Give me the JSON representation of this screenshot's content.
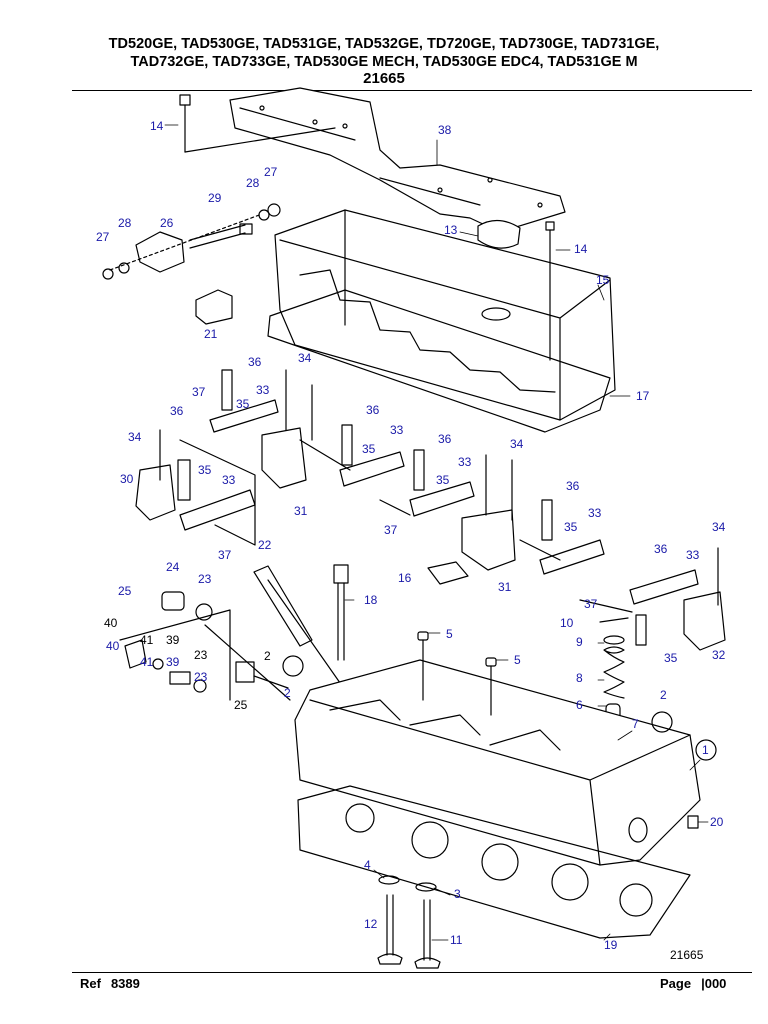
{
  "header": {
    "models_line1": "TD520GE, TAD530GE, TAD531GE, TAD532GE, TD720GE, TAD730GE, TAD731GE,",
    "models_line2": "TAD732GE, TAD733GE, TAD530GE MECH, TAD530GE EDC4, TAD531GE M",
    "diagram_number": "21665"
  },
  "diagram": {
    "id_label": "21665",
    "callouts": {
      "c14a": "14",
      "c38": "38",
      "c28a": "28",
      "c27a": "27",
      "c29": "29",
      "c26": "26",
      "c28b": "28",
      "c27b": "27",
      "c13": "13",
      "c14b": "14",
      "c15": "15",
      "c21": "21",
      "c36a": "36",
      "c34a": "34",
      "c37a": "37",
      "c33a": "33",
      "c35a": "35",
      "c17": "17",
      "c36b": "36",
      "c34b": "34",
      "c33b": "33",
      "c35b": "35",
      "c36c": "36",
      "c36d": "36",
      "c30": "30",
      "c35c": "35",
      "c33c": "33",
      "c31a": "31",
      "c37b": "37",
      "c33d": "33",
      "c35d": "35",
      "c37c": "37",
      "c34c": "34",
      "c36e": "36",
      "c33e": "33",
      "c35e": "35",
      "c31b": "31",
      "c34d": "34",
      "c22": "22",
      "c24": "24",
      "c25a": "25",
      "c23a": "23",
      "c18": "18",
      "c16": "16",
      "c36f": "36",
      "c33f": "33",
      "c37d": "37",
      "c10": "10",
      "c9": "9",
      "c35f": "35",
      "c32": "32",
      "c40a": "40",
      "c41a": "41",
      "c39a": "39",
      "c23b": "23",
      "c40b": "40",
      "c41b": "41",
      "c39b": "39",
      "c23c": "23",
      "c5a": "5",
      "c5b": "5",
      "c2a": "2",
      "c2b": "2",
      "c25b": "25",
      "c8": "8",
      "c6": "6",
      "c7": "7",
      "c2c": "2",
      "c1": "1",
      "c20": "20",
      "c4": "4",
      "c3": "3",
      "c12": "12",
      "c11": "11",
      "c19": "19"
    }
  },
  "footer": {
    "ref_label": "Ref",
    "ref_value": "8389",
    "page_label": "Page",
    "page_value": "|000"
  },
  "colors": {
    "callout": "#1a1aa8",
    "line": "#000000"
  }
}
